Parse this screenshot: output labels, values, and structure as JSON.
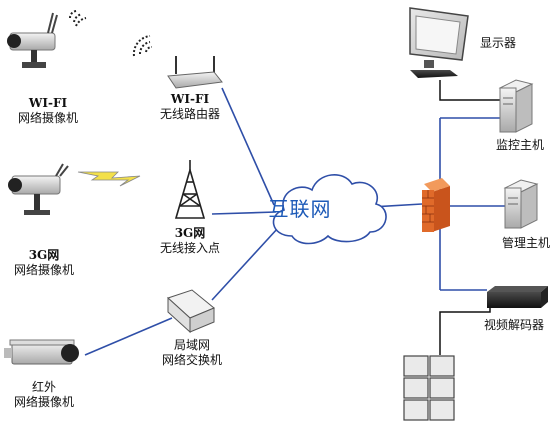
{
  "colors": {
    "link": "#2f4fa8",
    "bus": "#2f4fa8",
    "wire": "#111111",
    "cloud_text": "#1e5bb8",
    "firewall": "#e06a2a"
  },
  "cloud": {
    "label": "互联网",
    "icon": "cloud-icon"
  },
  "nodes": {
    "wifi_camera": {
      "line1": "WI-FI",
      "line2": "网络摄像机",
      "icon": "wifi-camera-icon"
    },
    "wifi_router": {
      "line1": "WI-FI",
      "line2": "无线路由器",
      "icon": "router-icon"
    },
    "g3_camera": {
      "line1": "3G网",
      "line2": "网络摄像机",
      "icon": "camera-icon"
    },
    "g3_tower": {
      "line1": "3G网",
      "line2": "无线接入点",
      "icon": "tower-icon"
    },
    "ir_camera": {
      "line1": "红外",
      "line2": "网络摄像机",
      "icon": "ir-camera-icon"
    },
    "lan_switch": {
      "line1": "局域网",
      "line2": "网络交换机",
      "icon": "switch-icon"
    },
    "monitor": {
      "label": "显示器",
      "icon": "monitor-icon"
    },
    "monitor_host": {
      "label": "监控主机",
      "icon": "server-icon"
    },
    "manage_host": {
      "label": "管理主机",
      "icon": "server-icon"
    },
    "decoder": {
      "label": "视频解码器",
      "icon": "decoder-icon"
    },
    "video_wall": {
      "icon": "video-wall-icon"
    },
    "firewall": {
      "icon": "firewall-icon"
    }
  }
}
